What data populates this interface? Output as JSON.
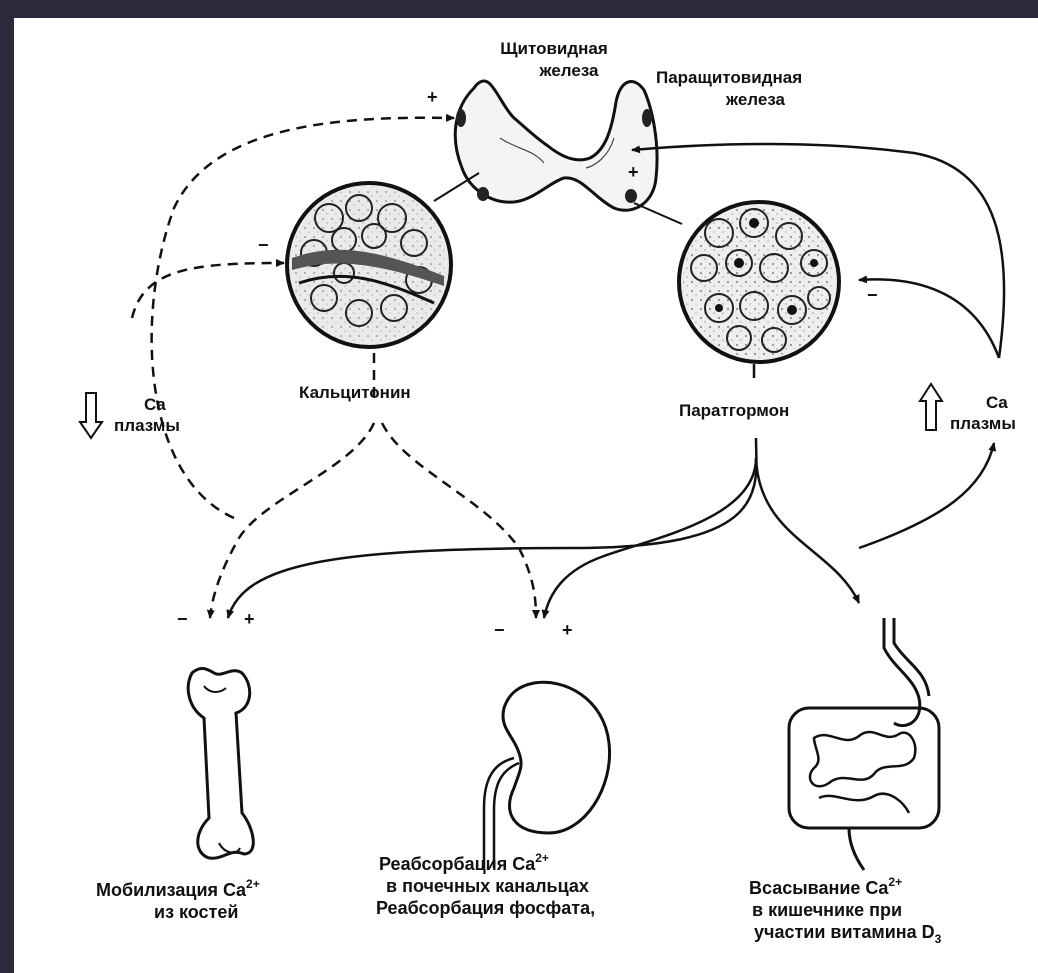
{
  "labels": {
    "thyroid_line1": "Щитовидная",
    "thyroid_line2": "железа",
    "parathyroid_line1": "Паращитовидная",
    "parathyroid_line2": "железа",
    "calcitonin": "Кальцитонин",
    "parathormone": "Паратгормон",
    "ca_left_line1": "Ca",
    "ca_left_line2": "плазмы",
    "ca_right_line1": "Ca",
    "ca_right_line2": "плазмы",
    "bone_line1": "Мобилизация Ca",
    "bone_line1_sup": "2+",
    "bone_line2": "из костей",
    "kidney_line1": "Реабсорбация Ca",
    "kidney_line1_sup": "2+",
    "kidney_line2": "в почечных канальцах",
    "kidney_line3": "Реабсорбация фосфата,",
    "intestine_line1": "Всасывание Ca",
    "intestine_line1_sup": "2+",
    "intestine_line2": "в кишечнике при",
    "intestine_line3": "участии витамина D",
    "intestine_line3_sub": "3"
  },
  "signs": {
    "thyroid_plus": "+",
    "calcitonin_minus": "−",
    "parathyroid_plus": "+",
    "parathormone_minus": "−",
    "bone_minus": "−",
    "bone_plus": "+",
    "kidney_minus": "−",
    "kidney_plus": "+"
  }
}
